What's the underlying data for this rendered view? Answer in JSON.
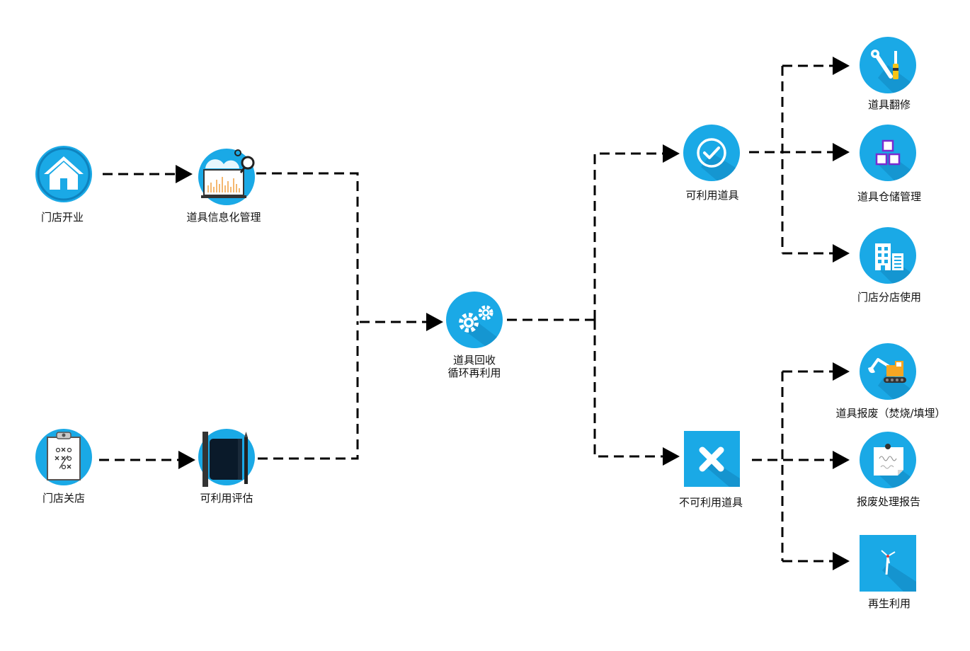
{
  "nodes": {
    "store_open": {
      "label": "门店开业",
      "icon": "house-icon"
    },
    "info_mgmt": {
      "label": "道具信息化管理",
      "icon": "monitor-magnifier-icon"
    },
    "store_close": {
      "label": "门店关店",
      "icon": "clipboard-plan-icon"
    },
    "usable_eval": {
      "label": "可利用评估",
      "icon": "notebook-pen-icon"
    },
    "recycle": {
      "label_line1": "道具回收",
      "label_line2": "循环再利用",
      "icon": "gears-icon"
    },
    "usable": {
      "label": "可利用道具",
      "icon": "checkmark-icon"
    },
    "unusable": {
      "label": "不可利用道具",
      "icon": "cross-icon"
    },
    "refurbish": {
      "label": "道具翻修",
      "icon": "wrench-screwdriver-icon"
    },
    "storage": {
      "label": "道具仓储管理",
      "icon": "boxes-icon"
    },
    "branch_use": {
      "label": "门店分店使用",
      "icon": "buildings-icon"
    },
    "scrap": {
      "label": "道具报废（焚烧/填埋）",
      "icon": "excavator-icon"
    },
    "scrap_report": {
      "label": "报废处理报告",
      "icon": "note-pin-icon"
    },
    "regenerate": {
      "label": "再生利用",
      "icon": "wind-turbine-icon"
    }
  },
  "colors": {
    "accent": "#1aa9e6",
    "shadow": "#1387c0",
    "line": "#000000"
  }
}
